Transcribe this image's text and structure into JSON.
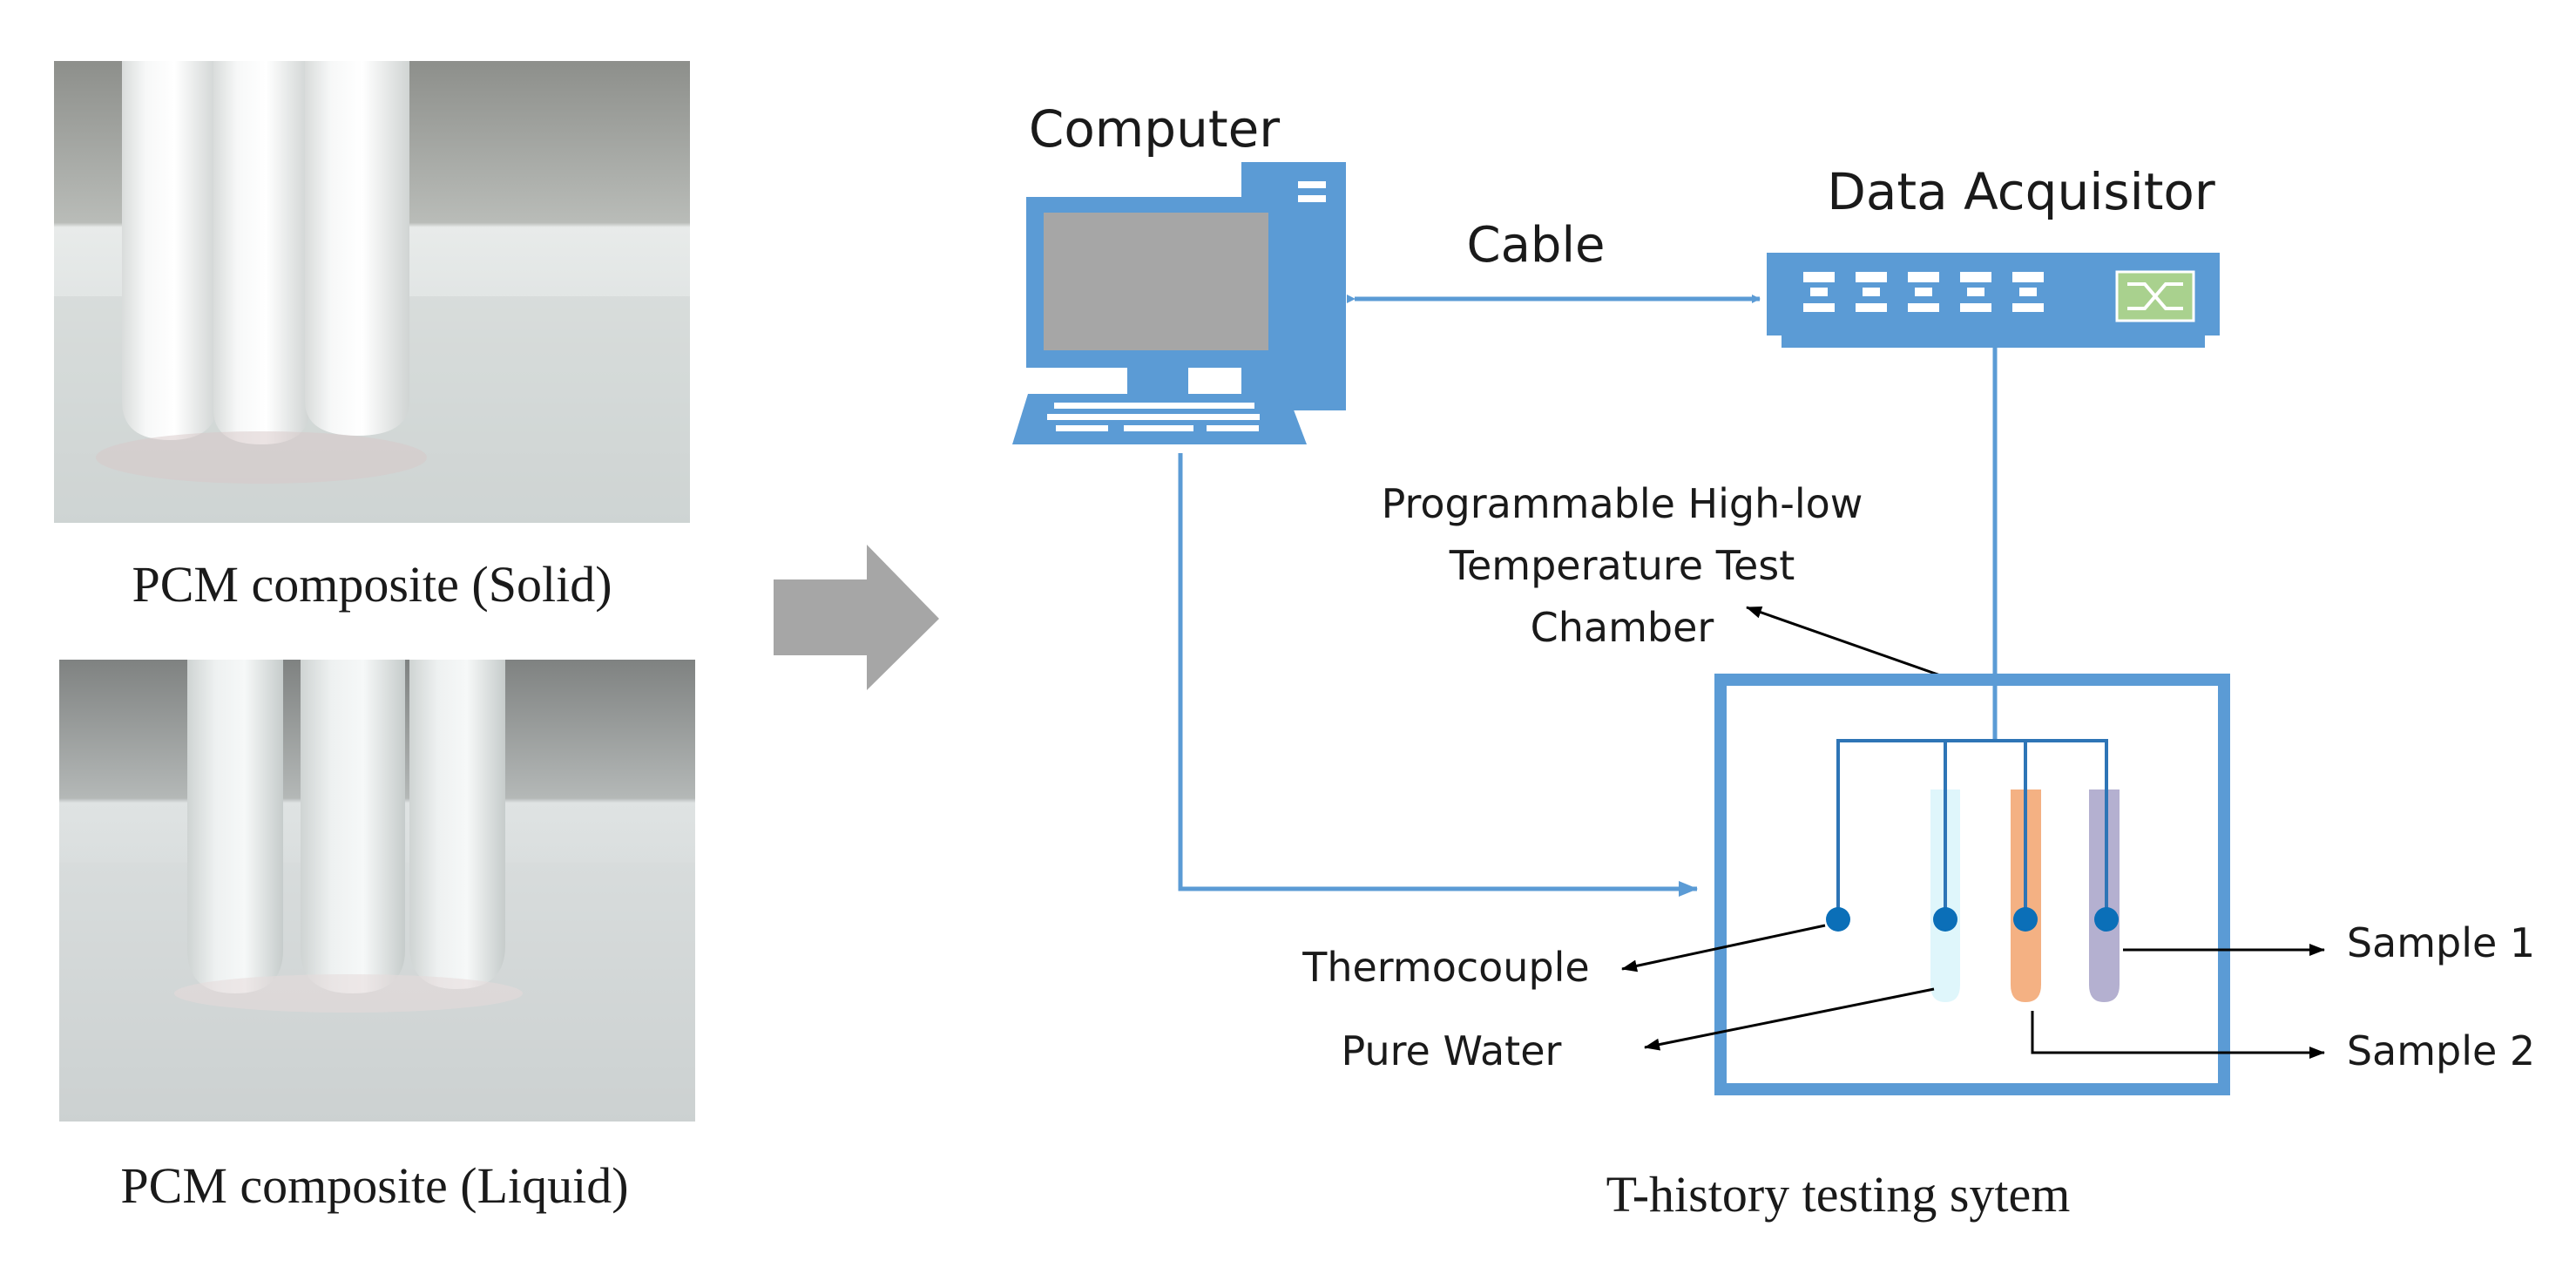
{
  "photos": {
    "solid_caption": "PCM composite (Solid)",
    "liquid_caption": "PCM composite (Liquid)"
  },
  "diagram": {
    "computer_label": "Computer",
    "cable_label": "Cable",
    "data_acquisitor_label": "Data Acquisitor",
    "chamber_label": [
      "Programmable High-low",
      "Temperature Test",
      "Chamber"
    ],
    "thermocouple_label": "Thermocouple",
    "pure_water_label": "Pure Water",
    "sample1_label": "Sample 1",
    "sample2_label": "Sample 2",
    "system_caption": "T-history testing sytem"
  },
  "colors": {
    "blue": "#5b9bd5",
    "dark_blue": "#2e75b6",
    "screen_gray": "#a6a6a6",
    "arrow_gray": "#a6a6a6",
    "water_tube": "#dff6fb",
    "sample2_tube": "#f4b183",
    "sample1_tube": "#b4b0d0"
  }
}
